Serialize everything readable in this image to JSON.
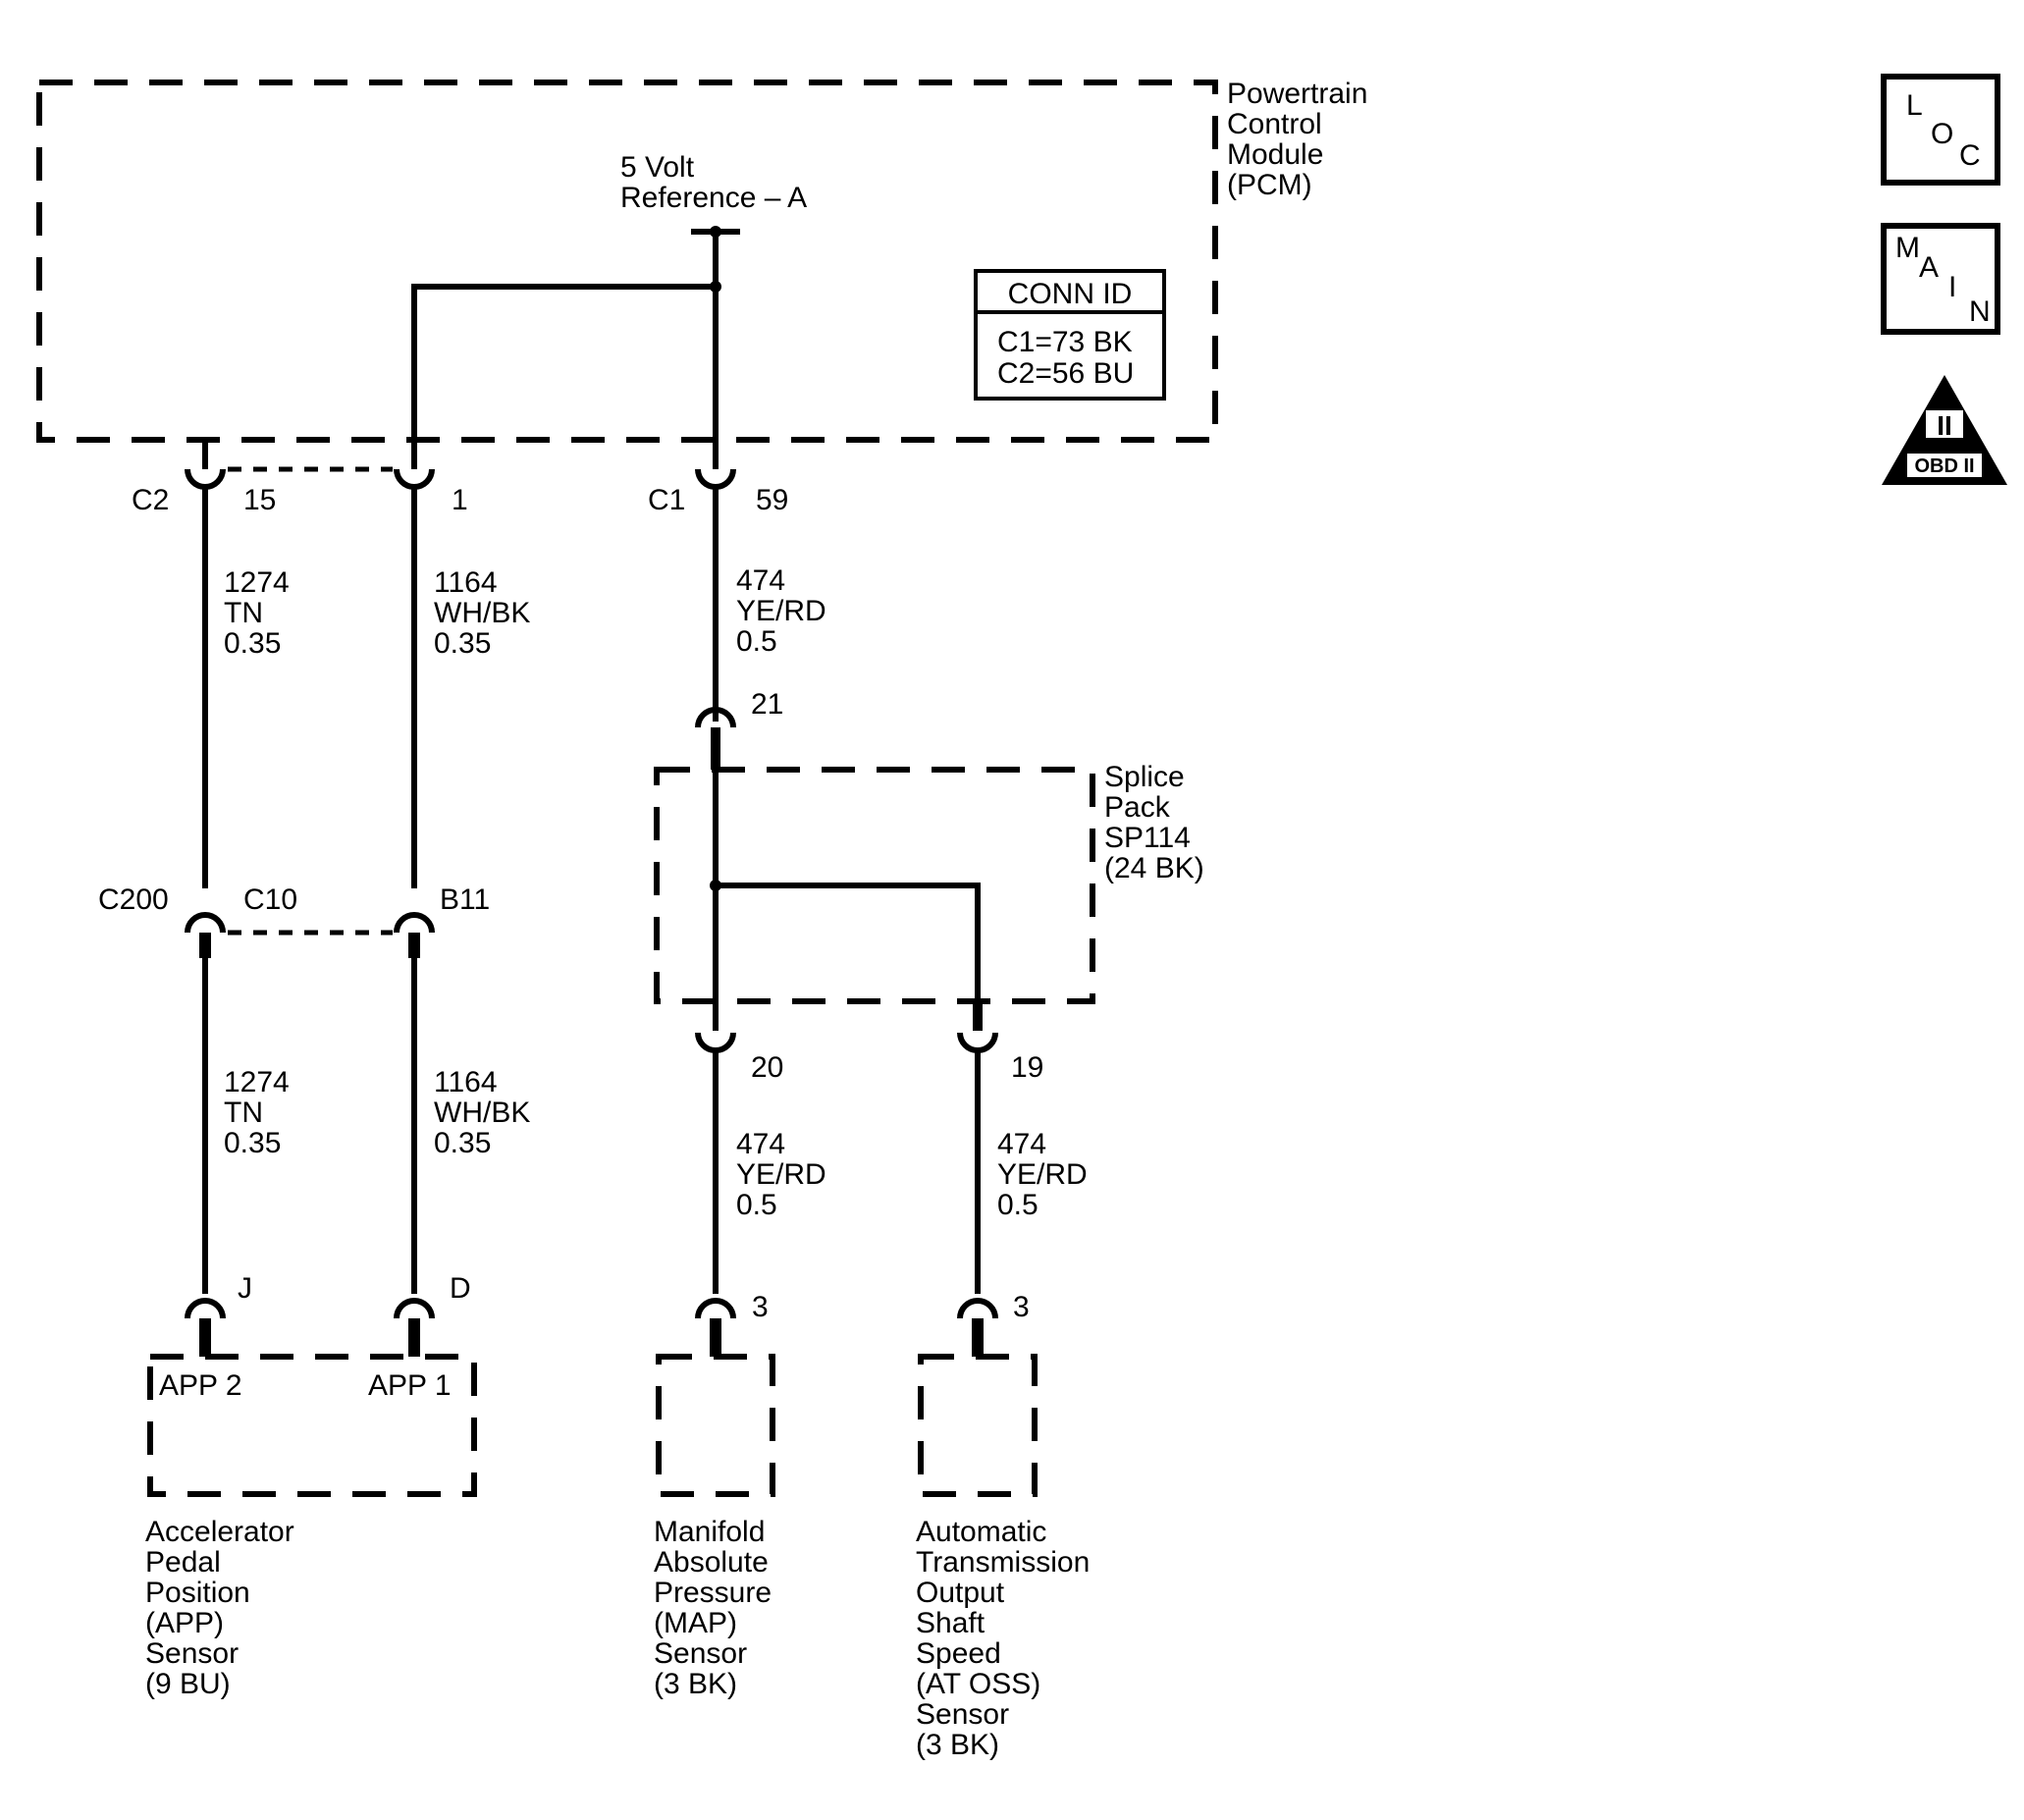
{
  "pcm": {
    "title": [
      "Powertrain",
      "Control",
      "Module",
      "(PCM)"
    ],
    "ref_label": [
      "5 Volt",
      "Reference – A"
    ],
    "conn_id": {
      "header": "CONN ID",
      "rows": [
        "C1=73 BK",
        "C2=56 BU"
      ]
    }
  },
  "pins": {
    "c2_conn": "C2",
    "c2_pin": "15",
    "pin_1": "1",
    "c1_conn": "C1",
    "c1_pin": "59",
    "c200": "C200",
    "c10": "C10",
    "b11": "B11",
    "sp_in": "21",
    "sp_out_a": "20",
    "sp_out_b": "19",
    "app_j": "J",
    "app_d": "D",
    "map_pin": "3",
    "oss_pin": "3"
  },
  "wires": {
    "w1274_top": [
      "1274",
      "TN",
      "0.35"
    ],
    "w1164_top": [
      "1164",
      "WH/BK",
      "0.35"
    ],
    "w474_top": [
      "474",
      "YE/RD",
      "0.5"
    ],
    "w1274_bot": [
      "1274",
      "TN",
      "0.35"
    ],
    "w1164_bot": [
      "1164",
      "WH/BK",
      "0.35"
    ],
    "w474_map": [
      "474",
      "YE/RD",
      "0.5"
    ],
    "w474_oss": [
      "474",
      "YE/RD",
      "0.5"
    ]
  },
  "splice": [
    "Splice",
    "Pack",
    "SP114",
    "(24 BK)"
  ],
  "components": {
    "app": {
      "pin_labels": [
        "APP 2",
        "APP 1"
      ],
      "name": [
        "Accelerator",
        "Pedal",
        "Position",
        "(APP)",
        "Sensor",
        "(9 BU)"
      ]
    },
    "map": {
      "name": [
        "Manifold",
        "Absolute",
        "Pressure",
        "(MAP)",
        "Sensor",
        "(3 BK)"
      ]
    },
    "oss": {
      "name": [
        "Automatic",
        "Transmission",
        "Output",
        "Shaft",
        "Speed",
        "(AT OSS)",
        "Sensor",
        "(3 BK)"
      ]
    }
  },
  "badges": {
    "loc": [
      "L",
      "O",
      "C"
    ],
    "main": [
      "M",
      "A",
      "I",
      "N"
    ],
    "obd": {
      "glyph": "II",
      "label": "OBD II"
    }
  }
}
